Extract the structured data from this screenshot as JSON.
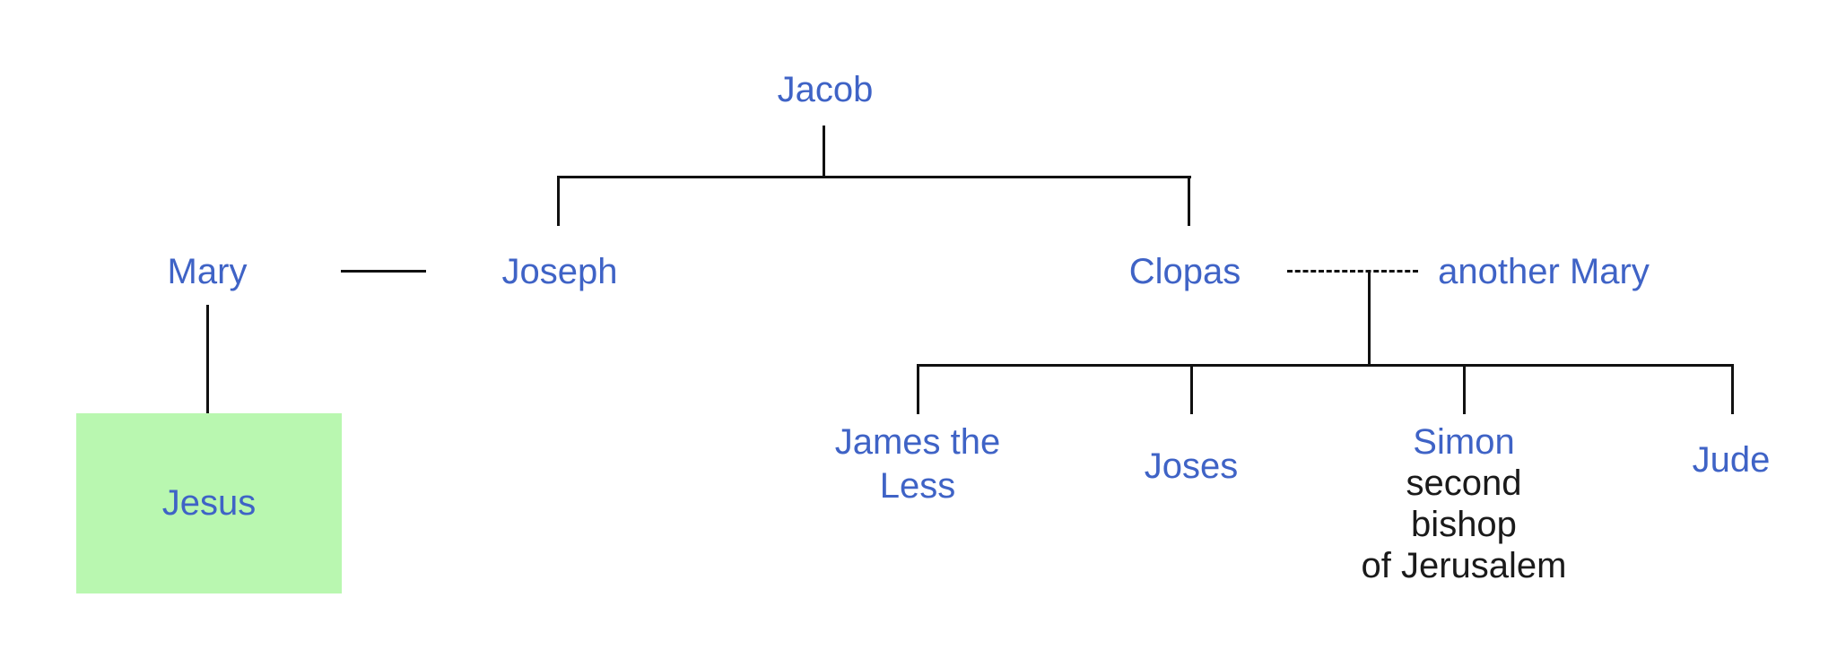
{
  "diagram": {
    "type": "family-tree",
    "nodes": {
      "jacob": {
        "label": "Jacob"
      },
      "mary": {
        "label": "Mary"
      },
      "joseph": {
        "label": "Joseph"
      },
      "clopas": {
        "label": "Clopas"
      },
      "another_mary": {
        "label": "another Mary"
      },
      "jesus": {
        "label": "Jesus",
        "highlighted": true
      },
      "james": {
        "label": "James the Less"
      },
      "joses": {
        "label": "Joses"
      },
      "simon": {
        "label": "Simon",
        "subtitle_lines": [
          "second",
          "bishop",
          "of Jerusalem"
        ]
      },
      "jude": {
        "label": "Jude"
      }
    },
    "edges": [
      {
        "name": "jacob-to-children",
        "style": "solid",
        "from": "Jacob",
        "to": [
          "Joseph",
          "Clopas"
        ]
      },
      {
        "name": "mary-joseph-union",
        "style": "solid",
        "from": "Mary",
        "to": [
          "Joseph"
        ]
      },
      {
        "name": "mary-to-jesus",
        "style": "solid",
        "from": "Mary",
        "to": [
          "Jesus"
        ]
      },
      {
        "name": "clopas-anothermary-union",
        "style": "dashed",
        "from": "Clopas",
        "to": [
          "another Mary"
        ]
      },
      {
        "name": "union-to-children",
        "style": "solid",
        "from": "Clopas + another Mary",
        "to": [
          "James the Less",
          "Joses",
          "Simon",
          "Jude"
        ]
      }
    ]
  },
  "colors": {
    "name_text": "#3f63c6",
    "annotation_text": "#1a1a1a",
    "line": "#111111",
    "highlight_fill": "#b9f7b0",
    "background": "#ffffff"
  }
}
